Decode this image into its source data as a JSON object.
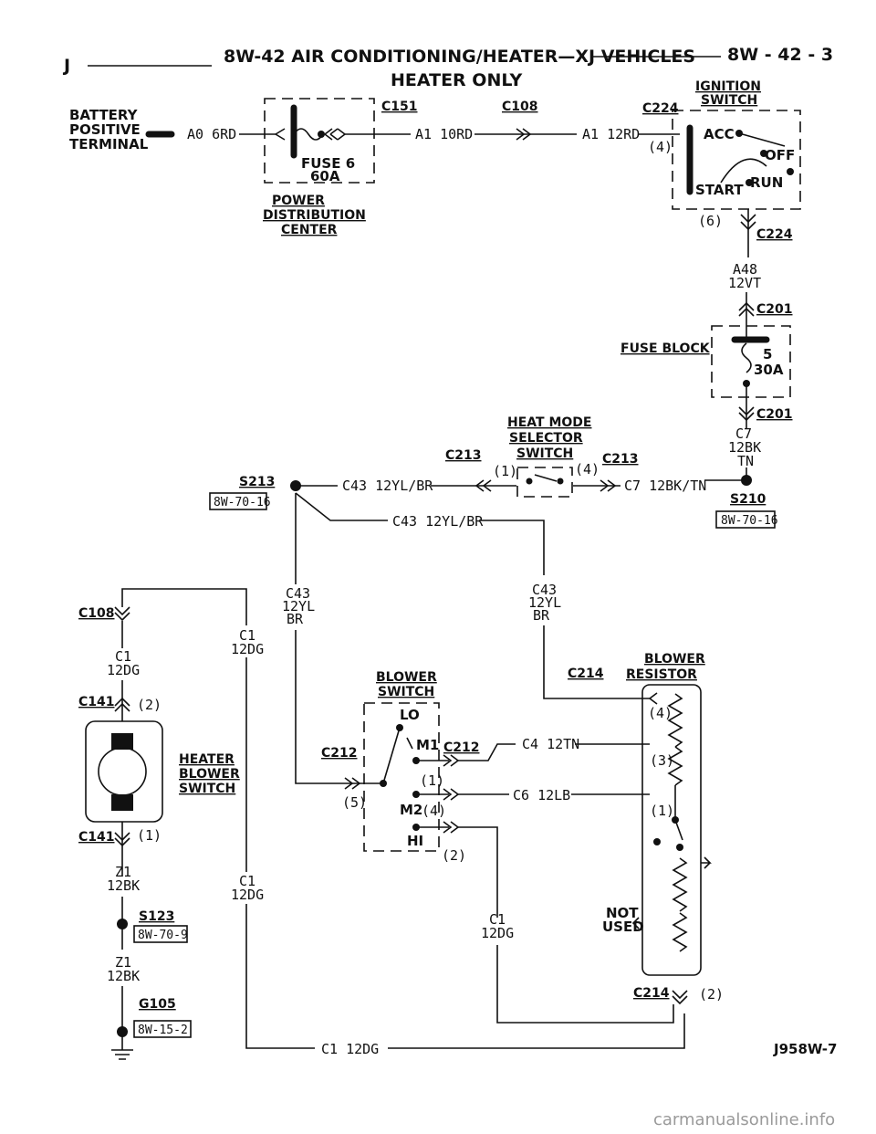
{
  "header": {
    "left": "J",
    "title": "8W-42 AIR CONDITIONING/HEATER—XJ VEHICLES",
    "page": "8W - 42 - 3",
    "subtitle": "HEATER ONLY"
  },
  "power": {
    "battery": [
      "BATTERY",
      "POSITIVE",
      "TERMINAL"
    ],
    "wire_a0": "A0 6RD",
    "fuse6": [
      "FUSE 6",
      "60A"
    ],
    "pdc": [
      "POWER",
      "DISTRIBUTION",
      "CENTER"
    ],
    "c151": "C151",
    "wire_a1_orange": "A1 10RD",
    "c108": "C108",
    "wire_a1_red": "A1 12RD",
    "c224": "C224",
    "pin4": "(4)"
  },
  "ignition": {
    "title": [
      "IGNITION",
      "SWITCH"
    ],
    "acc": "ACC",
    "off": "OFF",
    "start": "START",
    "run": "RUN",
    "pin6": "(6)",
    "c224b": "C224",
    "wire": [
      "A48",
      "12VT"
    ]
  },
  "fuse_block": {
    "c201_top": "C201",
    "label": "FUSE BLOCK",
    "fuse": [
      "5",
      "30A"
    ],
    "c201_bot": "C201",
    "wire": [
      "C7",
      "12BK",
      "TN"
    ]
  },
  "heat_mode": {
    "title": [
      "HEAT MODE",
      "SELECTOR",
      "SWITCH"
    ],
    "c213_left": "C213",
    "pin1": "(1)",
    "pin4": "(4)",
    "c213_right": "C213",
    "wire_left": "C43 12YL/BR",
    "wire_right": "C7 12BK/TN",
    "wire_lower": "C43 12YL/BR"
  },
  "splices": {
    "s213": "S213",
    "s213_ref": "8W-70-16",
    "s210": "S210",
    "s210_ref": "8W-70-16",
    "s123": "S123",
    "s123_ref": "8W-70-9",
    "g105": "G105",
    "g105_ref": "8W-15-2"
  },
  "motor": {
    "c108": "C108",
    "wire_top": [
      "C1",
      "12DG"
    ],
    "c141_top": "C141",
    "pin2": "(2)",
    "label": [
      "HEATER",
      "BLOWER",
      "SWITCH"
    ],
    "c141_bot": "C141",
    "pin1": "(1)",
    "wire_z1a": [
      "Z1",
      "12BK"
    ],
    "wire_z1b": [
      "Z1",
      "12BK"
    ]
  },
  "vertical_wires": {
    "c1_right_top": [
      "C1",
      "12DG"
    ],
    "c43_left": [
      "C43",
      "12YL",
      "BR"
    ],
    "c43_right": [
      "C43",
      "12YL",
      "BR"
    ],
    "c1_lower": [
      "C1",
      "12DG"
    ],
    "c1_mid": [
      "C1",
      "12DG"
    ],
    "bottom": "C1 12DG"
  },
  "blower_switch": {
    "title": [
      "BLOWER",
      "SWITCH"
    ],
    "lo": "LO",
    "m1": "M1",
    "m2": "M2",
    "hi": "HI",
    "c212_left": "C212",
    "c212_right": "C212",
    "pin5": "(5)",
    "pin1": "(1)",
    "pin4": "(4)",
    "pin2": "(2)",
    "wire_c4": "C4 12TN",
    "wire_c6": "C6 12LB"
  },
  "resistor": {
    "title": [
      "BLOWER",
      "RESISTOR"
    ],
    "c214_top": "C214",
    "pin4": "(4)",
    "pin3": "(3)",
    "pin1": "(1)",
    "not_used": [
      "NOT",
      "USED"
    ],
    "c214_bot": "C214",
    "pin2": "(2)"
  },
  "figure_id": "J958W-7",
  "watermark": "carmanualsonline.info"
}
